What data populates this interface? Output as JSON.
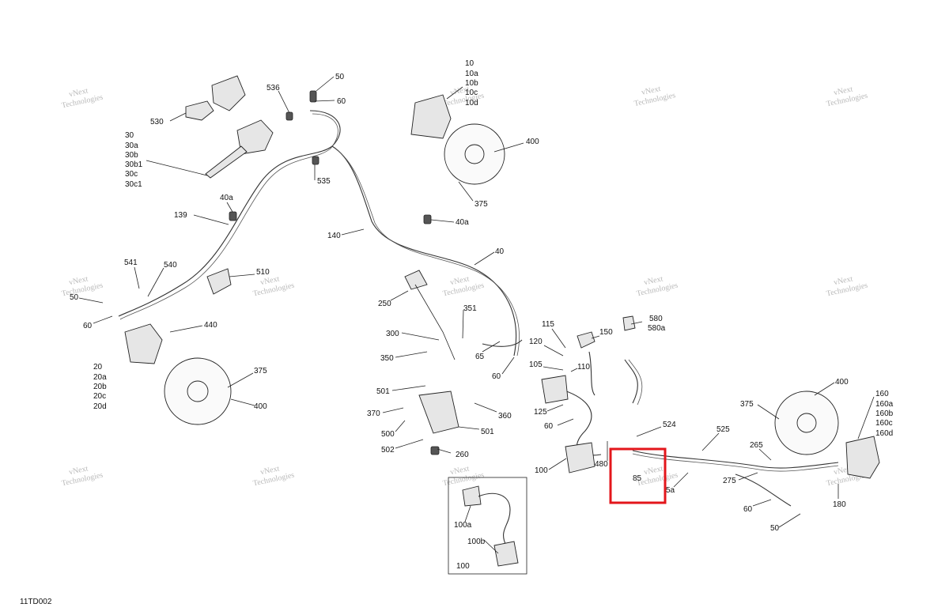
{
  "diagram": {
    "code": "11TD002",
    "watermark_line1": "vNext",
    "watermark_line2": "Technologies",
    "highlight_color": "#e3161b",
    "callouts": {
      "c50_top": "50",
      "c536": "536",
      "c60_top": "60",
      "c530": "530",
      "c30": "30",
      "c30a": "30a",
      "c30b": "30b",
      "c30b1": "30b1",
      "c30c": "30c",
      "c30c1": "30c1",
      "c535": "535",
      "c40a_l": "40a",
      "c139": "139",
      "c140": "140",
      "c40a_m": "40a",
      "c40": "40",
      "c541": "541",
      "c540": "540",
      "c510": "510",
      "c50_l": "50",
      "c60_l": "60",
      "c440": "440",
      "c20": "20",
      "c20a": "20a",
      "c20b": "20b",
      "c20c": "20c",
      "c20d": "20d",
      "c375_l": "375",
      "c400_l": "400",
      "c10": "10",
      "c10a": "10a",
      "c10b": "10b",
      "c10c": "10c",
      "c10d": "10d",
      "c400_tr": "400",
      "c375_tr": "375",
      "c250": "250",
      "c351": "351",
      "c300": "300",
      "c350": "350",
      "c65": "65",
      "c60_m": "60",
      "c501_a": "501",
      "c370": "370",
      "c500": "500",
      "c502": "502",
      "c260": "260",
      "c360": "360",
      "c501_b": "501",
      "c115": "115",
      "c120": "120",
      "c105": "105",
      "c110": "110",
      "c150": "150",
      "c125": "125",
      "c60_r": "60",
      "c100": "100",
      "c480": "480",
      "c85": "85",
      "c5a": "5a",
      "c524": "524",
      "c580": "580",
      "c580a": "580a",
      "c525": "525",
      "c265": "265",
      "c275": "275",
      "c60_br": "60",
      "c50_br": "50",
      "c400_r": "400",
      "c375_r": "375",
      "c160": "160",
      "c160a": "160a",
      "c160b": "160b",
      "c160c": "160c",
      "c160d": "160d",
      "c180": "180",
      "c100a": "100a",
      "c100b": "100b",
      "c100_inset": "100"
    }
  }
}
